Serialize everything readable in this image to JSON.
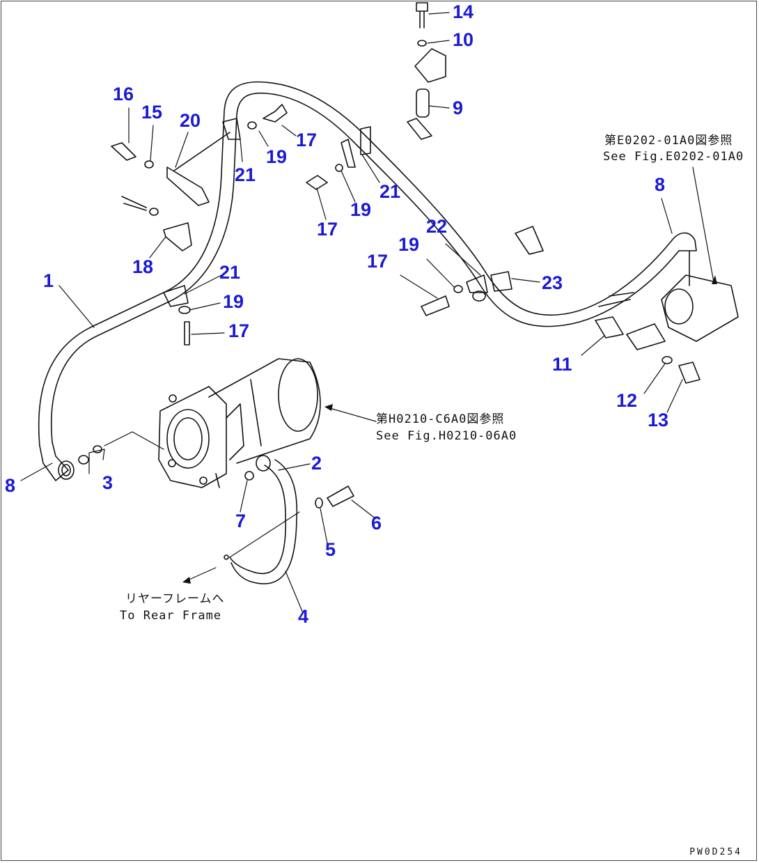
{
  "diagram": {
    "callouts": [
      {
        "id": "c14",
        "label": "14"
      },
      {
        "id": "c10",
        "label": "10"
      },
      {
        "id": "c9",
        "label": "9"
      },
      {
        "id": "c16",
        "label": "16"
      },
      {
        "id": "c15",
        "label": "15"
      },
      {
        "id": "c20",
        "label": "20"
      },
      {
        "id": "c17a",
        "label": "17"
      },
      {
        "id": "c19a",
        "label": "19"
      },
      {
        "id": "c21a",
        "label": "21"
      },
      {
        "id": "c21b",
        "label": "21"
      },
      {
        "id": "c19b",
        "label": "19"
      },
      {
        "id": "c17b",
        "label": "17"
      },
      {
        "id": "c8a",
        "label": "8"
      },
      {
        "id": "c22",
        "label": "22"
      },
      {
        "id": "c19c",
        "label": "19"
      },
      {
        "id": "c17c",
        "label": "17"
      },
      {
        "id": "c23",
        "label": "23"
      },
      {
        "id": "c18",
        "label": "18"
      },
      {
        "id": "c1",
        "label": "1"
      },
      {
        "id": "c21c",
        "label": "21"
      },
      {
        "id": "c19d",
        "label": "19"
      },
      {
        "id": "c17d",
        "label": "17"
      },
      {
        "id": "c11",
        "label": "11"
      },
      {
        "id": "c12",
        "label": "12"
      },
      {
        "id": "c13",
        "label": "13"
      },
      {
        "id": "c2",
        "label": "2"
      },
      {
        "id": "c8b",
        "label": "8"
      },
      {
        "id": "c3",
        "label": "3"
      },
      {
        "id": "c7",
        "label": "7"
      },
      {
        "id": "c6",
        "label": "6"
      },
      {
        "id": "c5",
        "label": "5"
      },
      {
        "id": "c4",
        "label": "4"
      }
    ],
    "refs": {
      "e0202_jp": "第E0202-01A0図参照",
      "e0202_en": "See Fig.E0202-01A0",
      "h0210_jp": "第H0210-C6A0図参照",
      "h0210_en": "See Fig.H0210-06A0",
      "rear_jp": "リヤーフレームへ",
      "rear_en": "To Rear Frame"
    },
    "drawing_code": "PW0D254",
    "colors": {
      "callout": "#1a1ad6",
      "line": "#111111"
    }
  }
}
